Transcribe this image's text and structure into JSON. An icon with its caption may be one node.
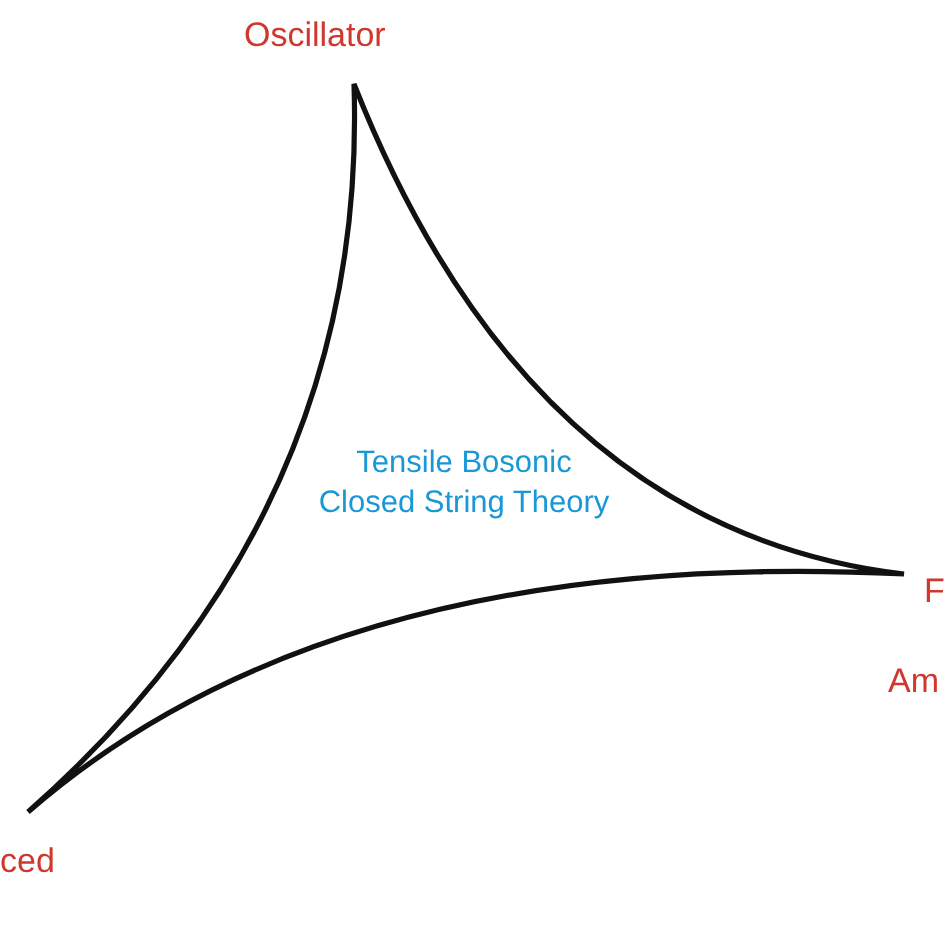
{
  "diagram": {
    "nodes": [
      {
        "text": [
          "Tensile Bosonic Closed String Theory"
        ]
      }
    ],
    "labels": [
      "Oscillator",
      "F",
      "Am",
      "ced"
    ]
  }
}
